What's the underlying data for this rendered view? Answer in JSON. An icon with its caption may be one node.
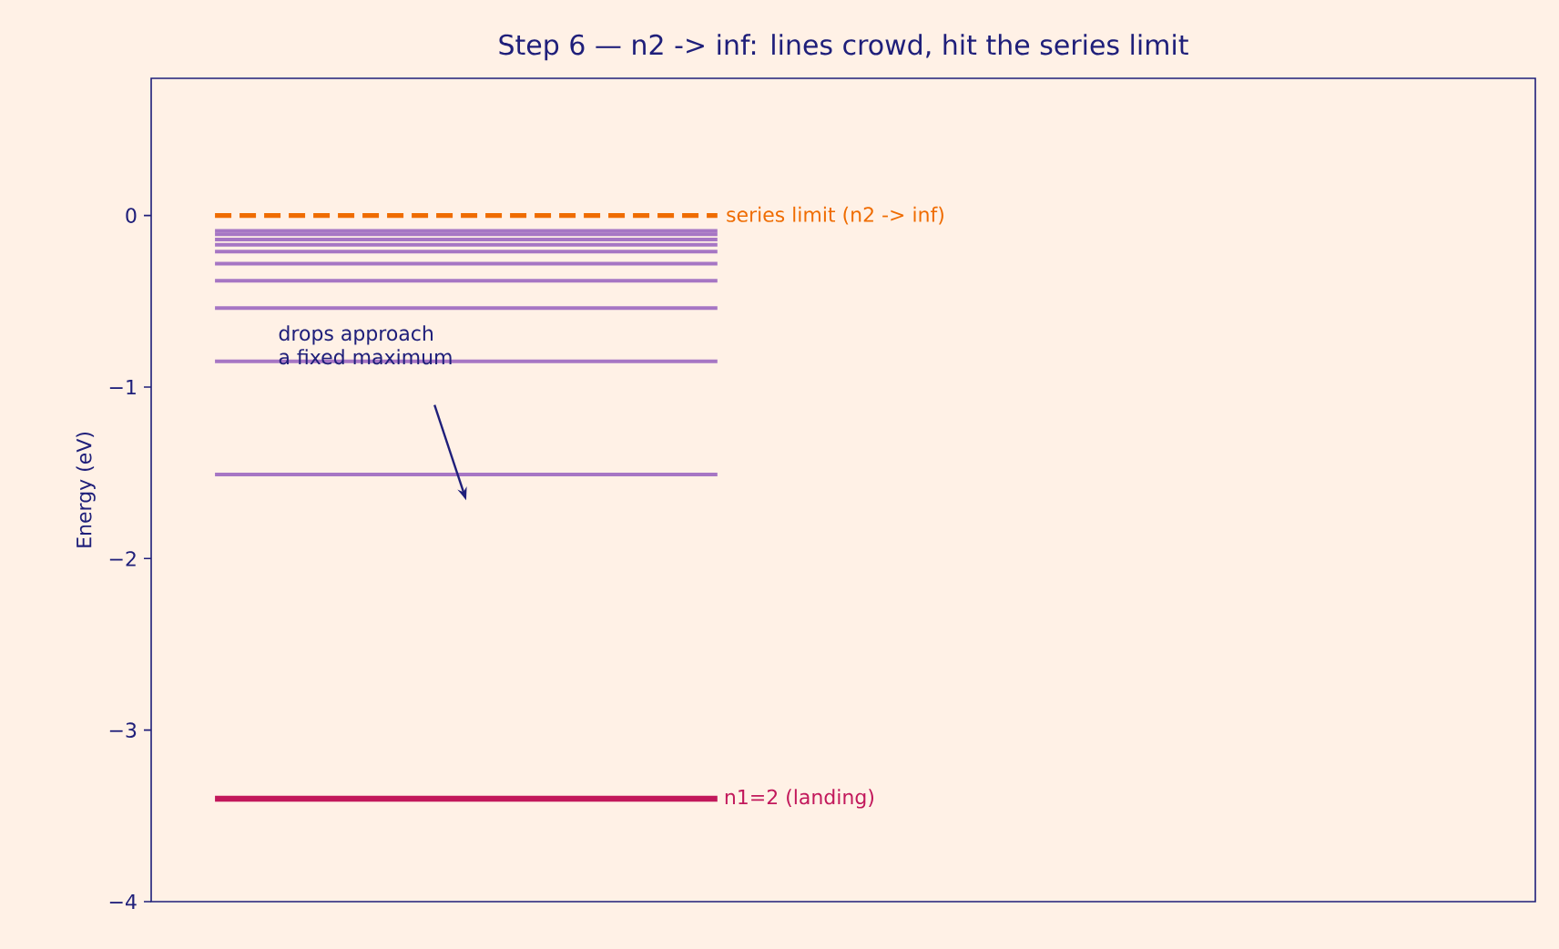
{
  "diagram": {
    "title": "Step 6 — n2 -> inf: lines crowd, hit the series limit",
    "chart_data": {
      "type": "line",
      "ylabel": "Energy (eV)",
      "categories": [
        null,
        null
      ],
      "ylim": [
        -4,
        0.8
      ],
      "yticks": [
        {
          "value": -4,
          "label": "−4"
        },
        {
          "value": -3,
          "label": "−3"
        },
        {
          "value": -2,
          "label": "−2"
        },
        {
          "value": -1,
          "label": "−1"
        },
        0
      ],
      "ref_lines": [
        {
          "axis": "y",
          "value": -3.4,
          "color": "#c2185b",
          "line_style": "solid"
        },
        {
          "axis": "y",
          "value": -1.51,
          "color": "#a676c4",
          "line_style": "solid"
        },
        {
          "axis": "y",
          "value": -0.85,
          "color": "#a676c4",
          "line_style": "solid"
        },
        {
          "axis": "y",
          "value": -0.54,
          "color": "#a676c4",
          "line_style": "solid"
        },
        {
          "axis": "y",
          "value": -0.38,
          "color": "#a676c4",
          "line_style": "solid"
        },
        {
          "axis": "y",
          "value": -0.28,
          "color": "#a676c4",
          "line_style": "solid"
        },
        {
          "axis": "y",
          "value": -0.21,
          "color": "#a676c4",
          "line_style": "solid"
        },
        {
          "axis": "y",
          "value": -0.17,
          "color": "#a676c4",
          "line_style": "solid"
        },
        {
          "axis": "y",
          "value": -0.14,
          "color": "#a676c4",
          "line_style": "solid"
        },
        {
          "axis": "y",
          "value": -0.11,
          "color": "#a676c4",
          "line_style": "solid"
        },
        {
          "axis": "y",
          "value": -0.09,
          "color": "#a676c4",
          "line_style": "solid"
        },
        {
          "axis": "y",
          "value": 0,
          "label": "series limit (n2 -> inf)",
          "color": "#ef6c00",
          "line_style": "dashed"
        }
      ],
      "annotations": [
        {
          "text": [
            "drops approach",
            "a fixed maximum"
          ]
        },
        {
          "text": "n1=2 (landing)"
        }
      ]
    }
  }
}
